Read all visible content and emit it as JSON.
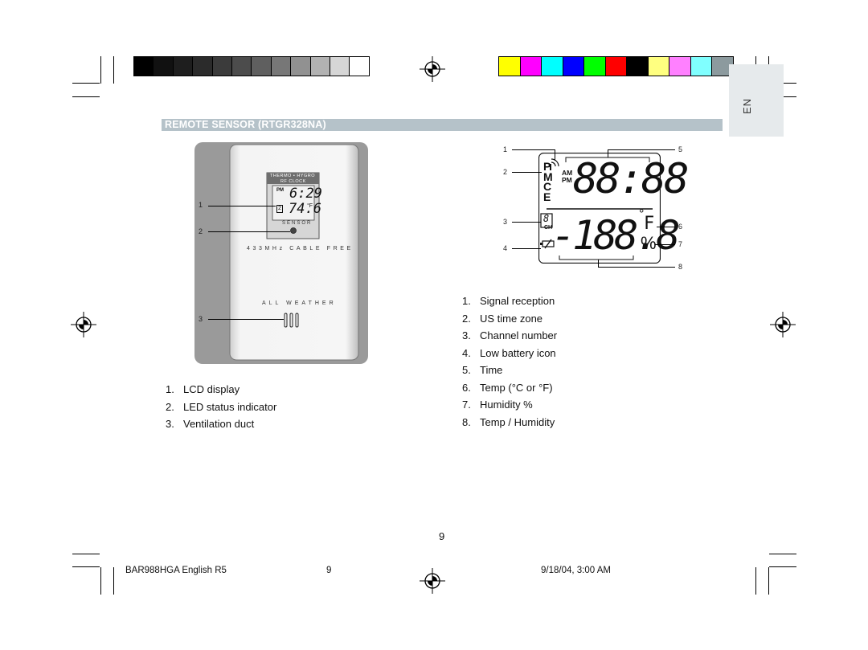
{
  "language_tab": "EN",
  "section_title": "REMOTE SENSOR (RTGR328NA)",
  "sensor": {
    "top_label": "THERMO • HYGRO",
    "top_label2": "RF CLOCK",
    "lcd_time": "6:29",
    "lcd_temp": "74.6",
    "lcd_unit": "°F",
    "lcd_channel": "2",
    "lcd_pm": "PM",
    "sensor_label": "SENSOR",
    "freq_label": "433MHz CABLE FREE",
    "weather_label": "ALL WEATHER",
    "callouts": [
      "1",
      "2",
      "3"
    ]
  },
  "sensor_parts": [
    {
      "num": "1.",
      "label": "LCD display"
    },
    {
      "num": "2.",
      "label": "LED status indicator"
    },
    {
      "num": "3.",
      "label": "Ventilation duct"
    }
  ],
  "display": {
    "pmce": [
      "P",
      "M",
      "C",
      "E"
    ],
    "ampm": [
      "AM",
      "PM"
    ],
    "time_digits": "88:88",
    "channel_digit": "8",
    "ch_label": "CH",
    "temp_digits": "-188.8",
    "degree": "°",
    "unit_glyph": "F",
    "percent": "%",
    "callouts": [
      "1",
      "2",
      "3",
      "4",
      "5",
      "6",
      "7",
      "8"
    ]
  },
  "display_parts": [
    {
      "num": "1.",
      "label": "Signal reception"
    },
    {
      "num": "2.",
      "label": "US time zone"
    },
    {
      "num": "3.",
      "label": "Channel number"
    },
    {
      "num": "4.",
      "label": "Low battery icon"
    },
    {
      "num": "5.",
      "label": "Time"
    },
    {
      "num": "6.",
      "label": "Temp (°C or °F)"
    },
    {
      "num": "7.",
      "label": "Humidity %"
    },
    {
      "num": "8.",
      "label": "Temp / Humidity"
    }
  ],
  "page_number": "9",
  "footer": {
    "doc_name": "BAR988HGA English R5",
    "page": "9",
    "timestamp": "9/18/04, 3:00 AM"
  },
  "colors": {
    "section_bar": "#b5c2c9",
    "gray_steps": [
      "#000000",
      "#111111",
      "#1e1e1e",
      "#2b2b2b",
      "#3b3b3b",
      "#4c4c4c",
      "#5f5f5f",
      "#777777",
      "#919191",
      "#b2b2b2",
      "#d6d6d6",
      "#ffffff"
    ],
    "color_steps": [
      "#ffff00",
      "#ff00ff",
      "#00ffff",
      "#0000ff",
      "#00ff00",
      "#ff0000",
      "#000000",
      "#ffff80",
      "#ff80ff",
      "#80ffff",
      "#8c9a9e"
    ]
  }
}
